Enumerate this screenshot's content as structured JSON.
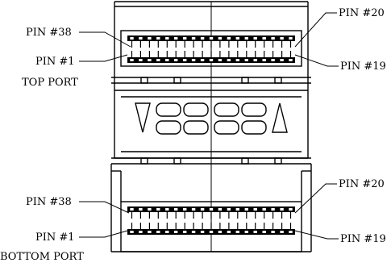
{
  "top_port": {
    "caption": "TOP PORT",
    "pin_38": "PIN #38",
    "pin_1": "PIN #1",
    "pin_20": "PIN #20",
    "pin_19": "PIN #19"
  },
  "bottom_port": {
    "caption": "BOTTOM PORT",
    "pin_38": "PIN #38",
    "pin_1": "PIN #1",
    "pin_20": "PIN #20",
    "pin_19": "PIN #19"
  },
  "indicator_panel": {
    "left_arrow": "down-triangle-icon",
    "right_arrow": "up-triangle-icon",
    "led_count": 8
  },
  "pins_per_row": 19,
  "colors": {
    "line": "#000000",
    "background": "#ffffff"
  }
}
